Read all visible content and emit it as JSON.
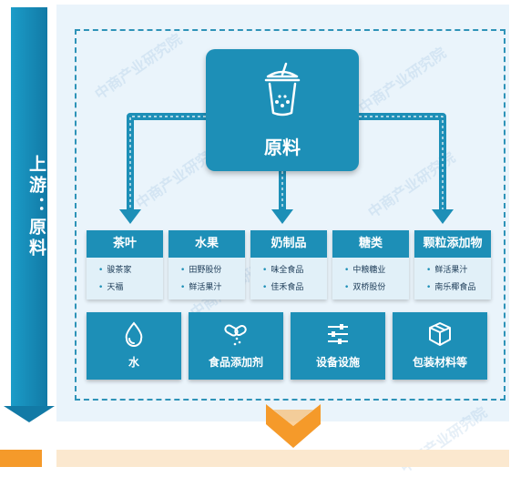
{
  "side_label": "上游：原料",
  "watermark": "中商产业研究院",
  "root": {
    "label": "原料",
    "icon": "drink-cup-icon"
  },
  "categories": [
    {
      "title": "茶叶",
      "items": [
        "骏茶家",
        "天福"
      ]
    },
    {
      "title": "水果",
      "items": [
        "田野股份",
        "鲜活果汁"
      ]
    },
    {
      "title": "奶制品",
      "items": [
        "味全食品",
        "佳禾食品"
      ]
    },
    {
      "title": "糖类",
      "items": [
        "中粮糖业",
        "双桥股份"
      ]
    },
    {
      "title": "颗粒添加物",
      "items": [
        "鲜活果汁",
        "南乐椰食品"
      ]
    }
  ],
  "tiles": [
    {
      "label": "水",
      "icon": "water-drop-icon"
    },
    {
      "label": "食品添加剂",
      "icon": "capsule-icon"
    },
    {
      "label": "设备设施",
      "icon": "sliders-icon"
    },
    {
      "label": "包装材料等",
      "icon": "package-box-icon"
    }
  ],
  "colors": {
    "primary": "#1d8fb7",
    "dark": "#127aa6",
    "panel": "#eaf4fb",
    "accent": "#f59a2a"
  }
}
